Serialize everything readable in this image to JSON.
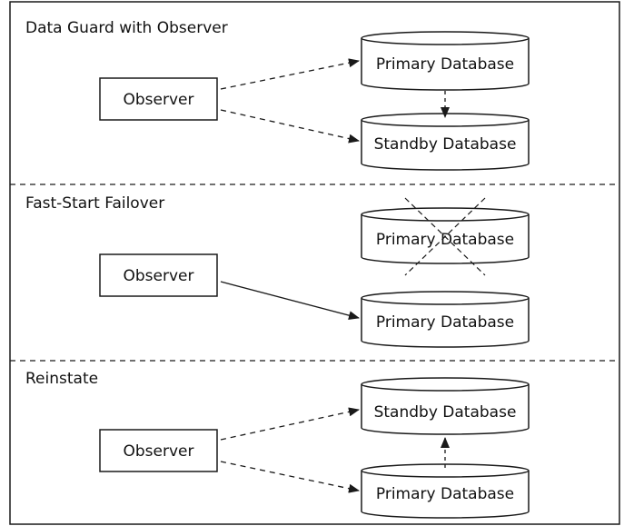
{
  "diagram": {
    "colors": {
      "stroke": "#1a1a1a",
      "background": "#ffffff",
      "text": "#111111"
    },
    "sections": [
      {
        "title": "Data Guard with Observer",
        "observer_label": "Observer",
        "top_db_label": "Primary Database",
        "bottom_db_label": "Standby Database"
      },
      {
        "title": "Fast-Start Failover",
        "observer_label": "Observer",
        "top_db_label": "Primary Database",
        "bottom_db_label": "Primary Database"
      },
      {
        "title": "Reinstate",
        "observer_label": "Observer",
        "top_db_label": "Standby Database",
        "bottom_db_label": "Primary Database"
      }
    ]
  }
}
